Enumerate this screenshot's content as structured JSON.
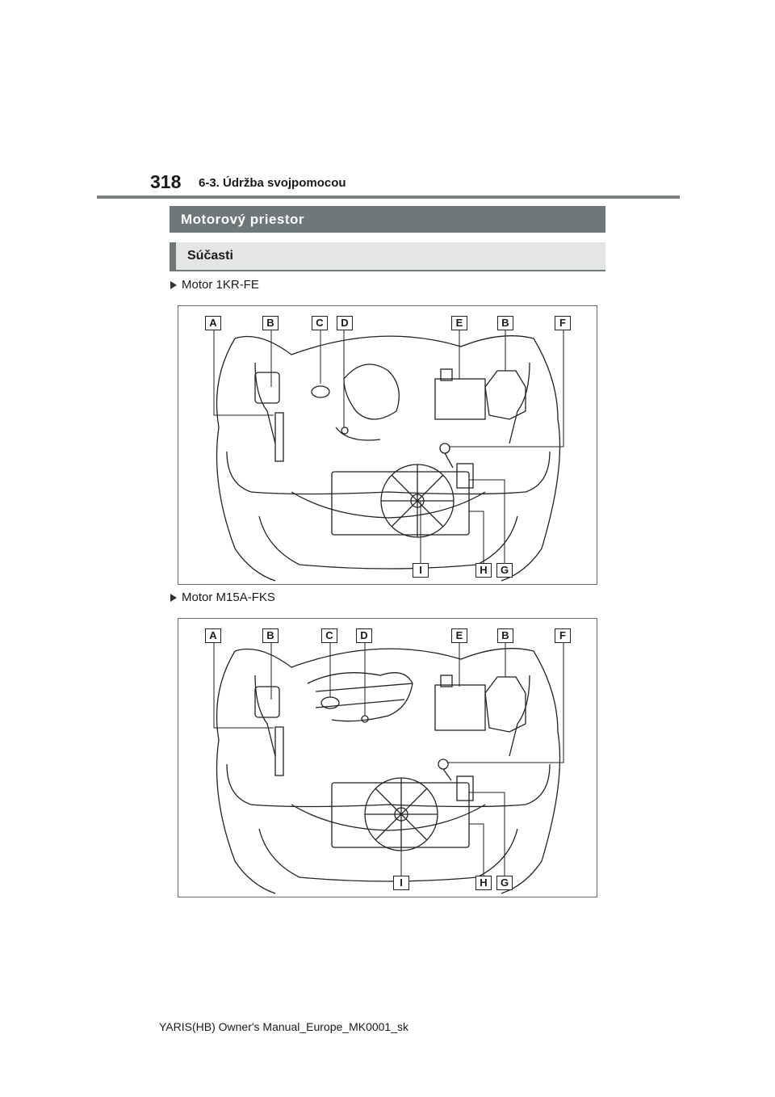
{
  "header": {
    "page_number": "318",
    "section_title": "6-3. Údržba svojpomocou"
  },
  "main": {
    "heading": "Motorový priestor",
    "subheading": "Súčasti"
  },
  "figures": [
    {
      "caption": "Motor 1KR-FE",
      "labels": [
        "A",
        "B",
        "C",
        "D",
        "E",
        "B",
        "F",
        "I",
        "H",
        "G"
      ]
    },
    {
      "caption": "Motor M15A-FKS",
      "labels": [
        "A",
        "B",
        "C",
        "D",
        "E",
        "B",
        "F",
        "I",
        "H",
        "G"
      ]
    }
  ],
  "footer": {
    "text": "YARIS(HB) Owner's Manual_Europe_MK0001_sk"
  }
}
